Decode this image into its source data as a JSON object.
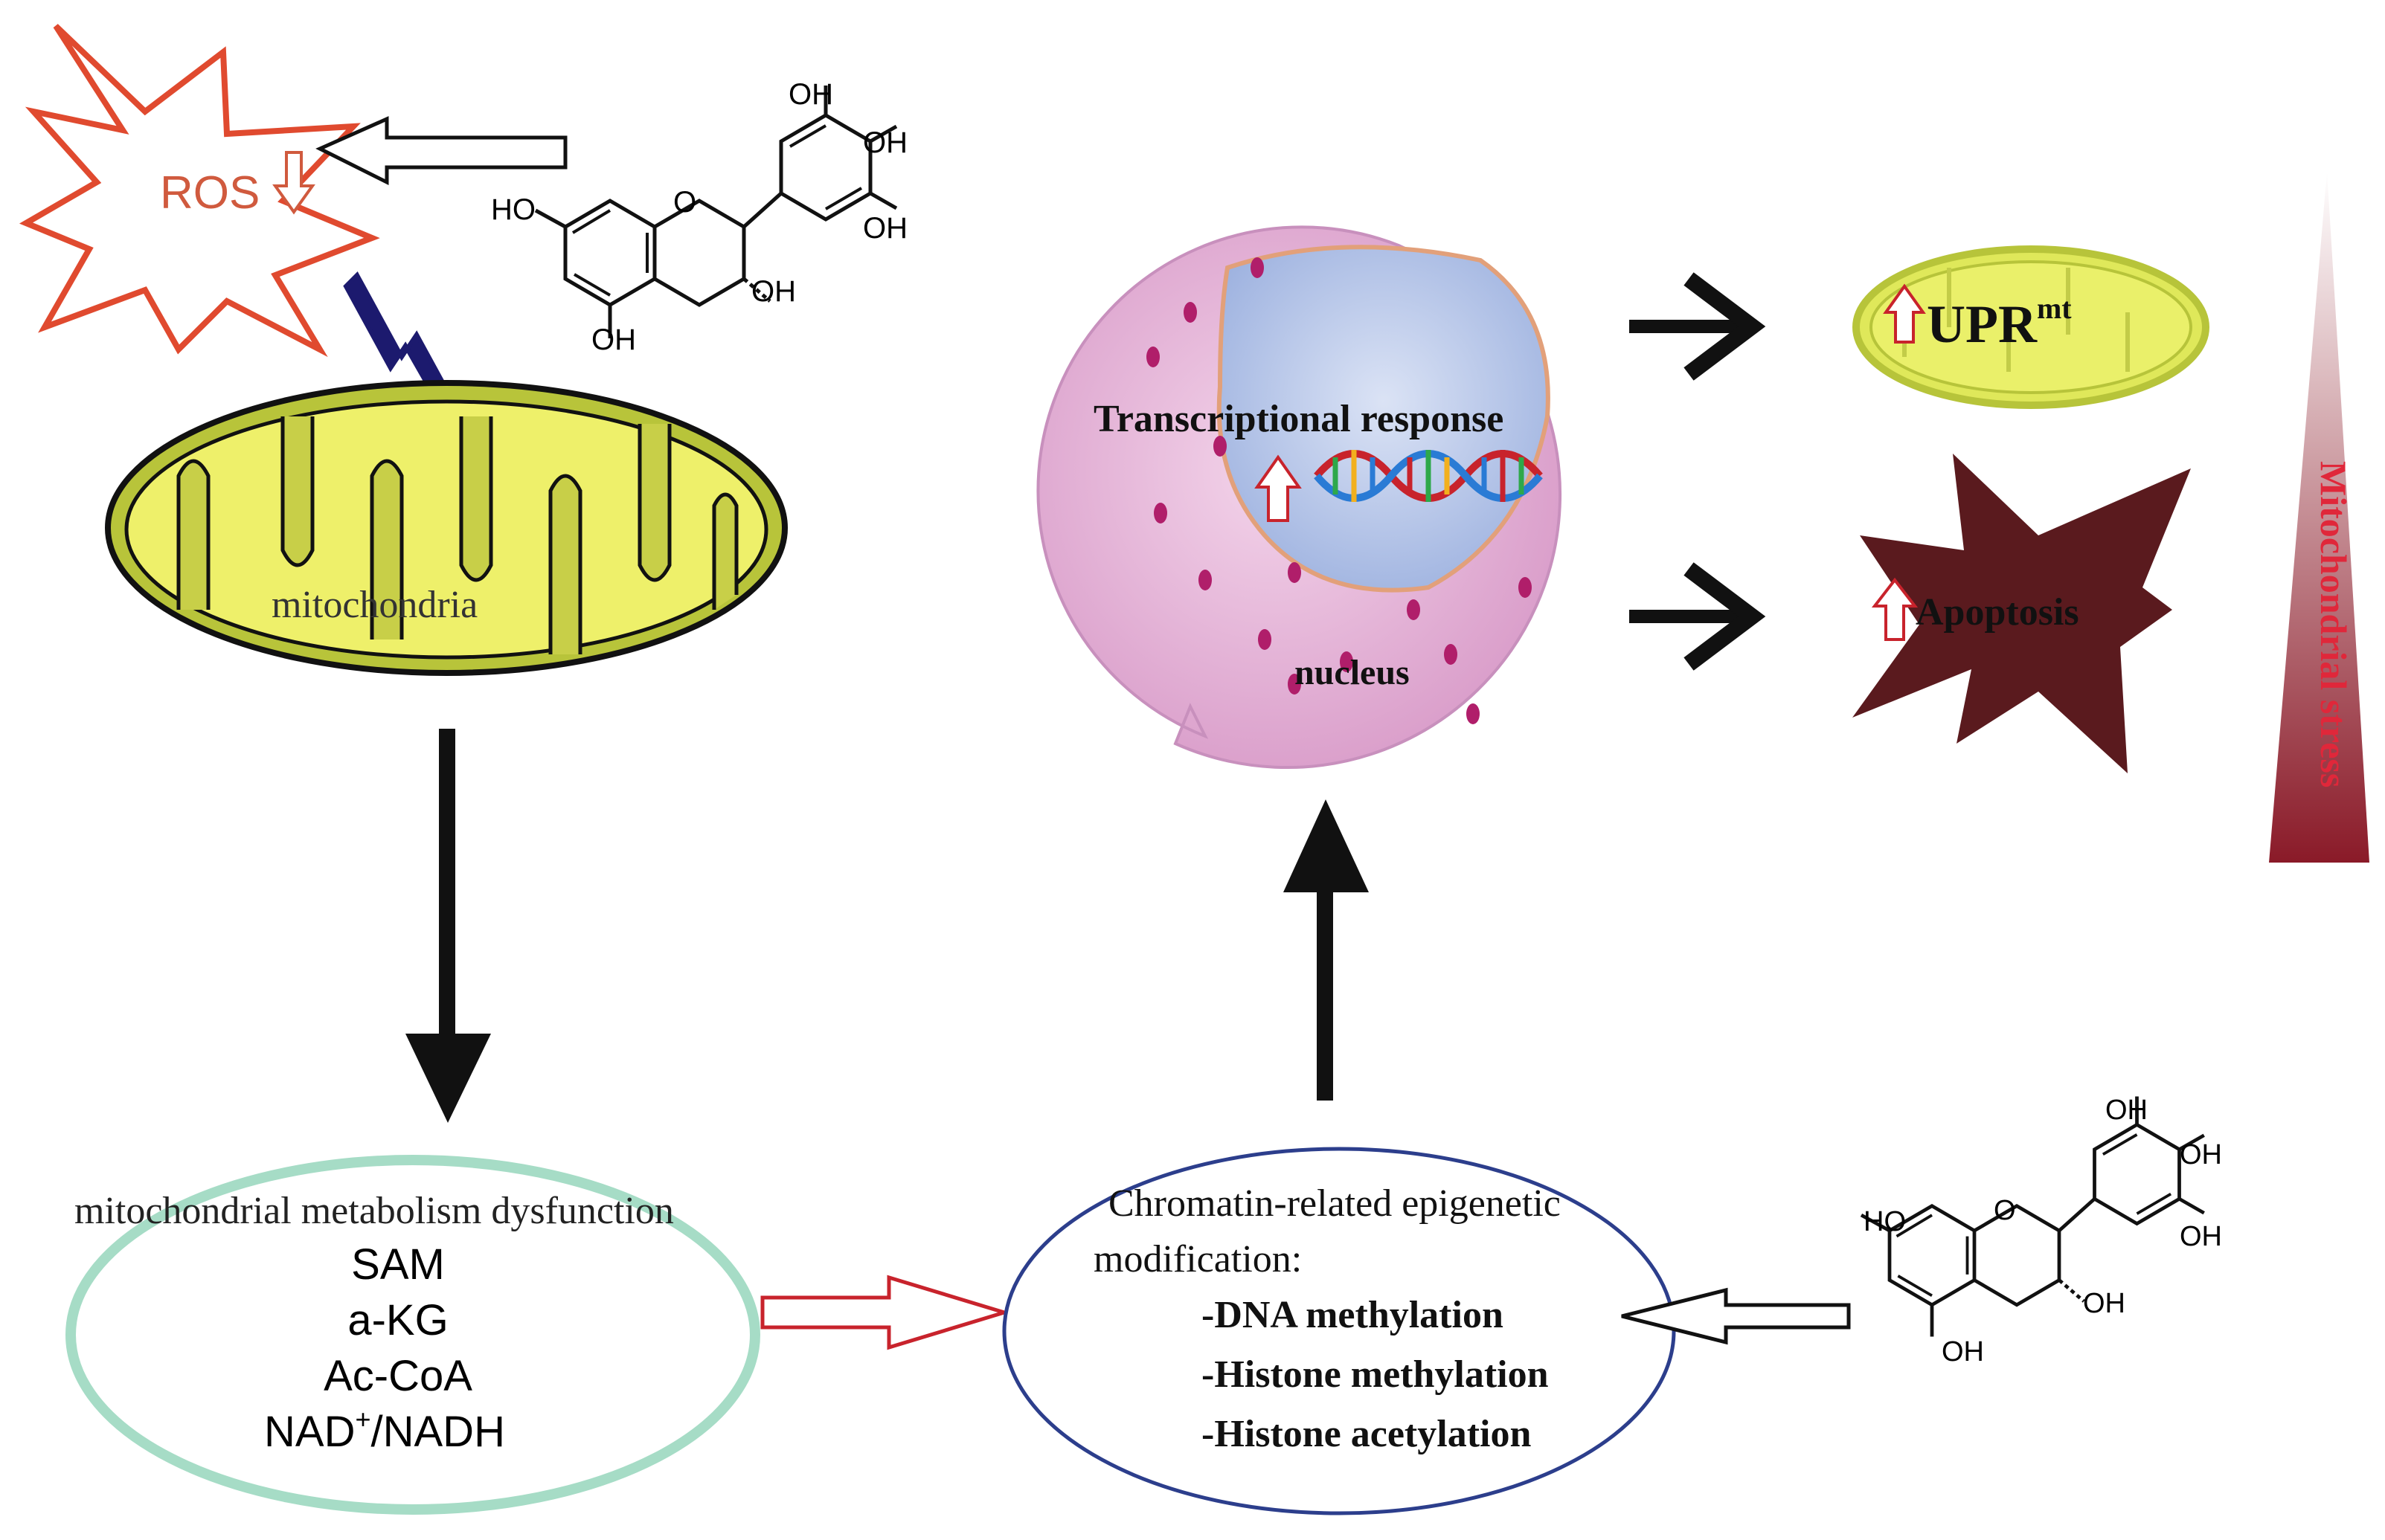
{
  "ros": {
    "label": "ROS",
    "star_color": "#e04a2f",
    "text_color": "#d05a3e"
  },
  "polyphenol": {
    "oh": "OH",
    "ho": "HO"
  },
  "mitochondria": {
    "label": "mitochondria",
    "fill": "#eef06a",
    "stroke": "#1a1a1a"
  },
  "metabolism": {
    "title": "mitochondrial metabolism dysfunction",
    "items": [
      "SAM",
      "a-KG",
      "Ac-CoA",
      "NAD",
      "+",
      "/NADH"
    ],
    "ellipse_color": "#a6dcc6"
  },
  "epigenetic": {
    "line1": "Chromatin-related epigenetic",
    "line2": "modification:",
    "items": [
      "-DNA methylation",
      "-Histone methylation",
      "-Histone acetylation"
    ],
    "ellipse_color": "#2c3e8c"
  },
  "nucleus": {
    "label": "nucleus",
    "transcription": "Transcriptional response",
    "cell_color": "#e6b3d8",
    "nucleus_color": "#b9c7e6"
  },
  "upr": {
    "label": "UPR",
    "superscript": "mt"
  },
  "apoptosis": {
    "label": "Apoptosis",
    "color": "#5a1a1e"
  },
  "stress": {
    "label": "Mitochondrial stress",
    "color": "#e0273a"
  }
}
